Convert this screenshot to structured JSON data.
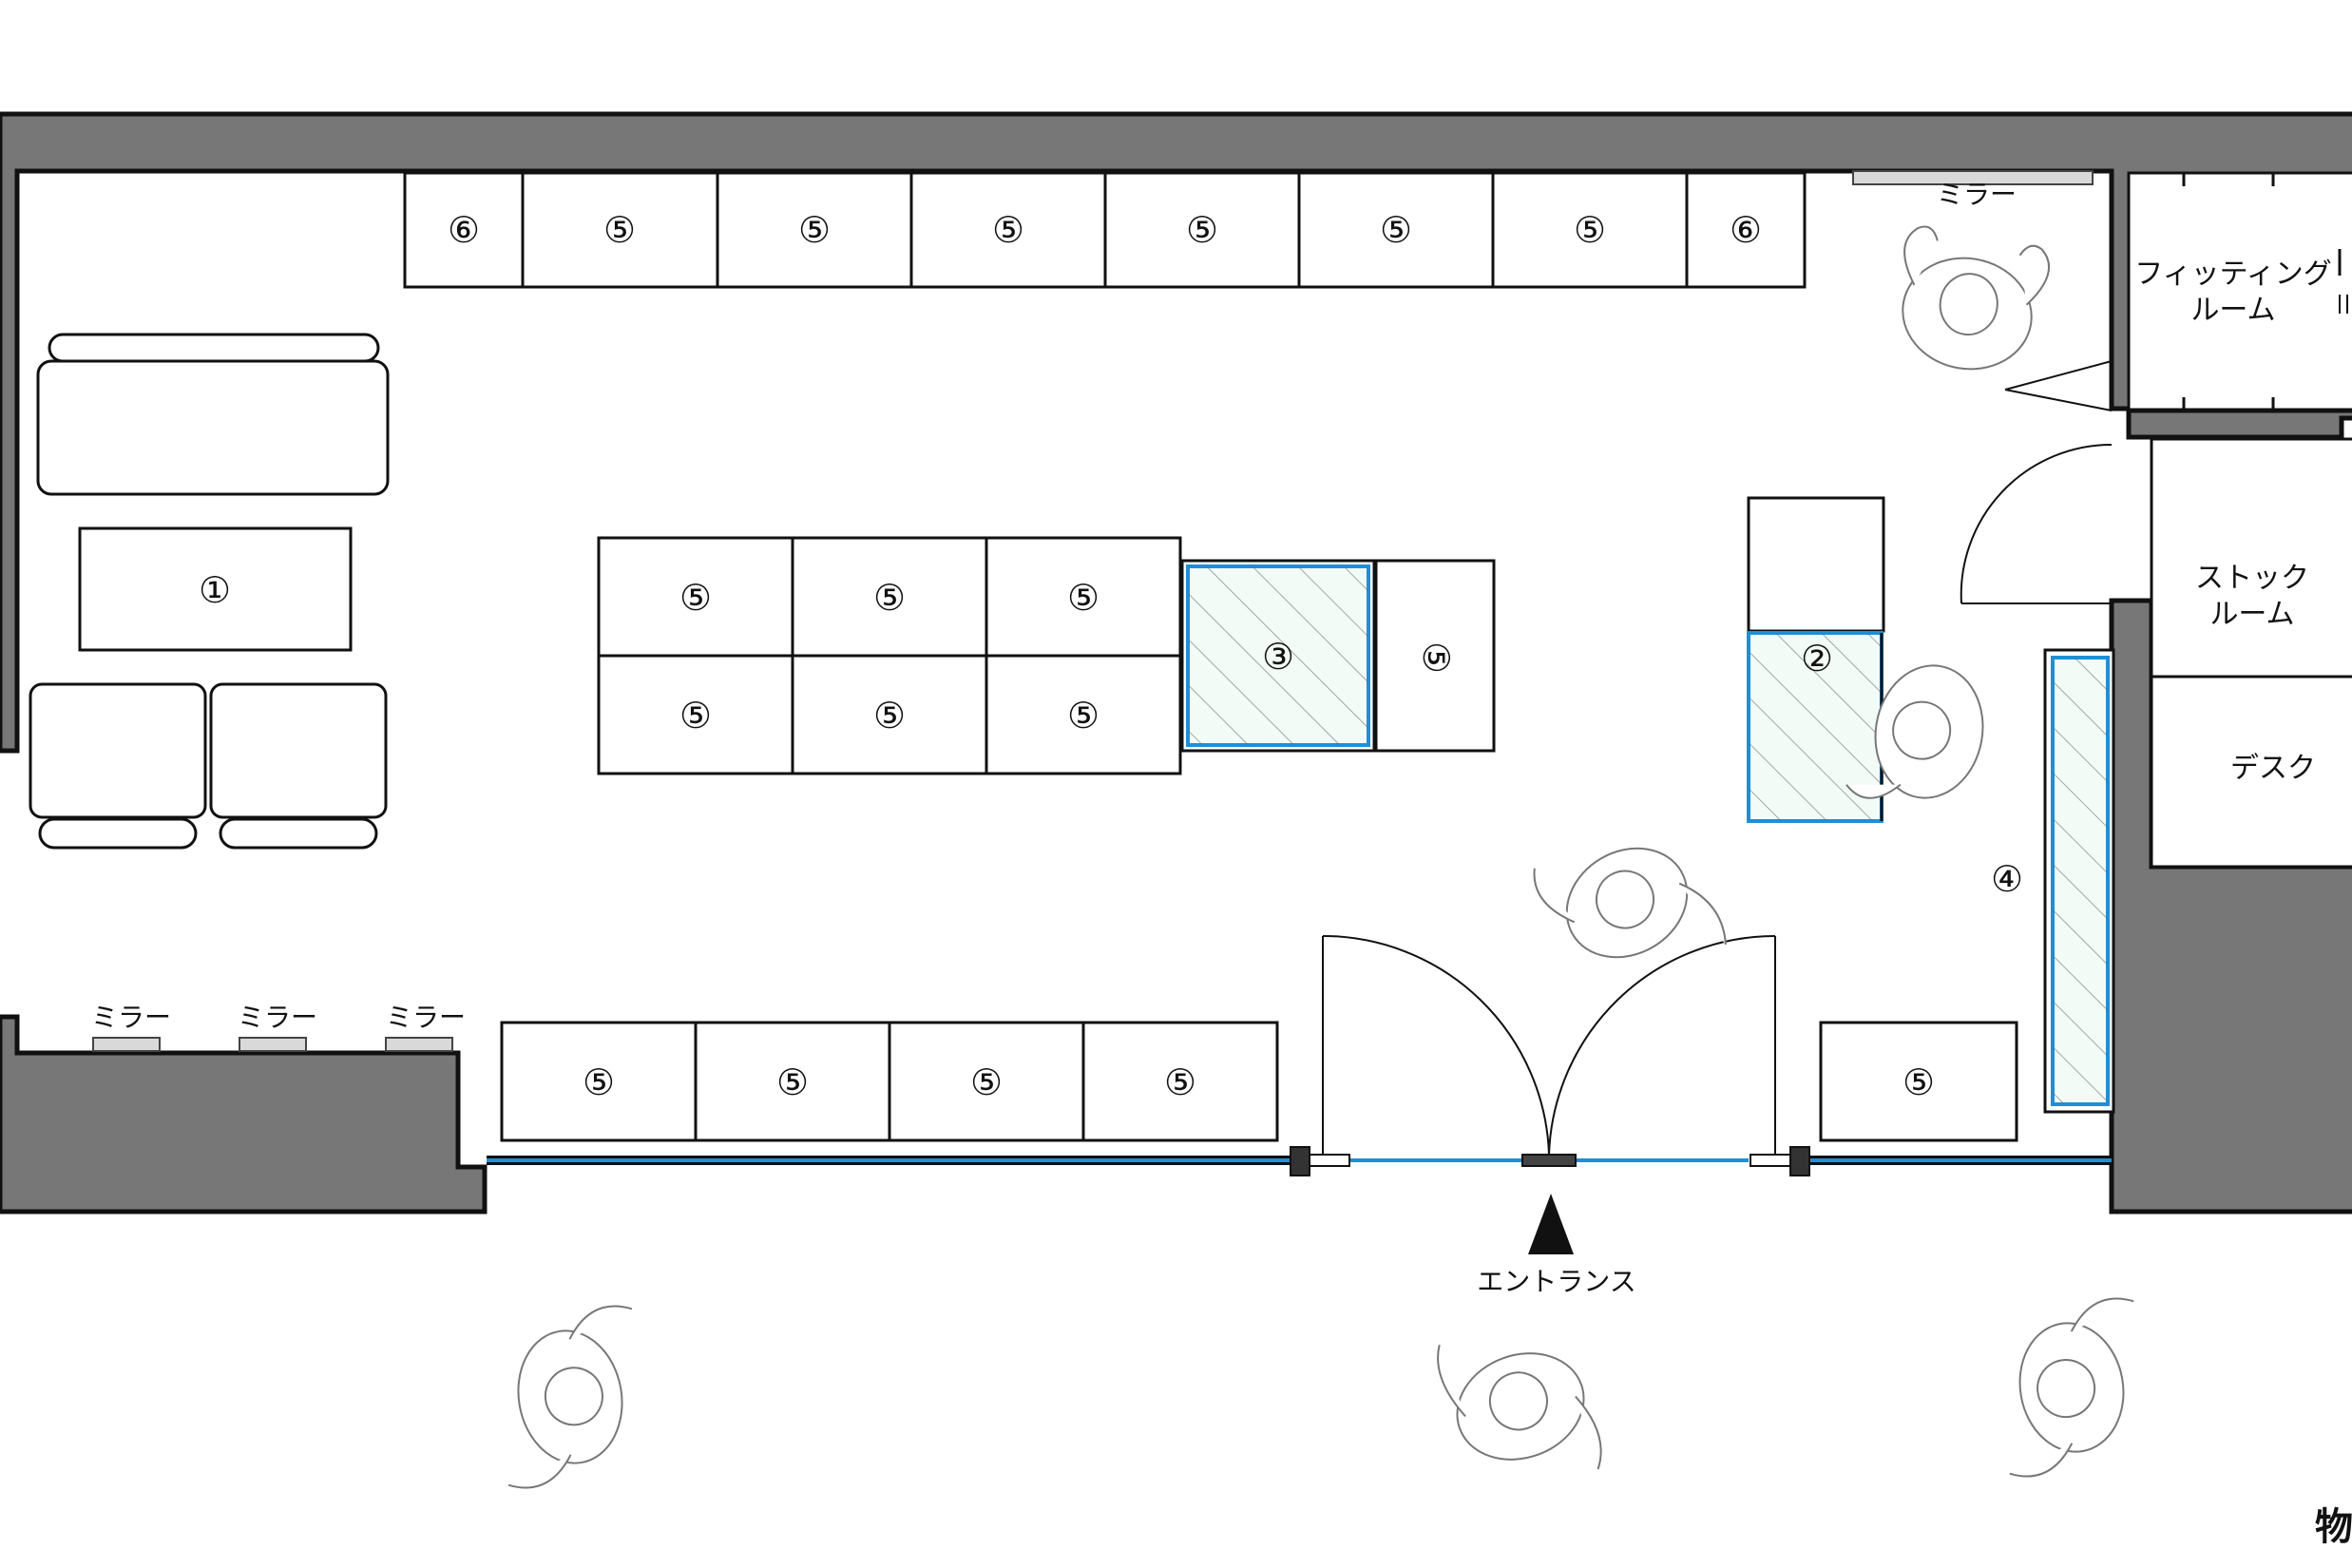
{
  "plan": {
    "labels": {
      "mirror": "ミラー",
      "fitting_room_line1": "フィッティング",
      "fitting_room_line2": "ルーム",
      "stock_room_line1": "ストック",
      "stock_room_line2": "ルーム",
      "desk": "デスク",
      "entrance": "エントランス",
      "corner_cut": "物"
    },
    "markers": {
      "m1": "①",
      "m2": "②",
      "m3": "③",
      "m4": "④",
      "m5": "⑤",
      "m6": "⑥"
    },
    "colors": {
      "wall": "#777777",
      "glass_frame": "#1e8fd8",
      "glass_fill": "#f2fbf5",
      "line": "#111111"
    }
  }
}
